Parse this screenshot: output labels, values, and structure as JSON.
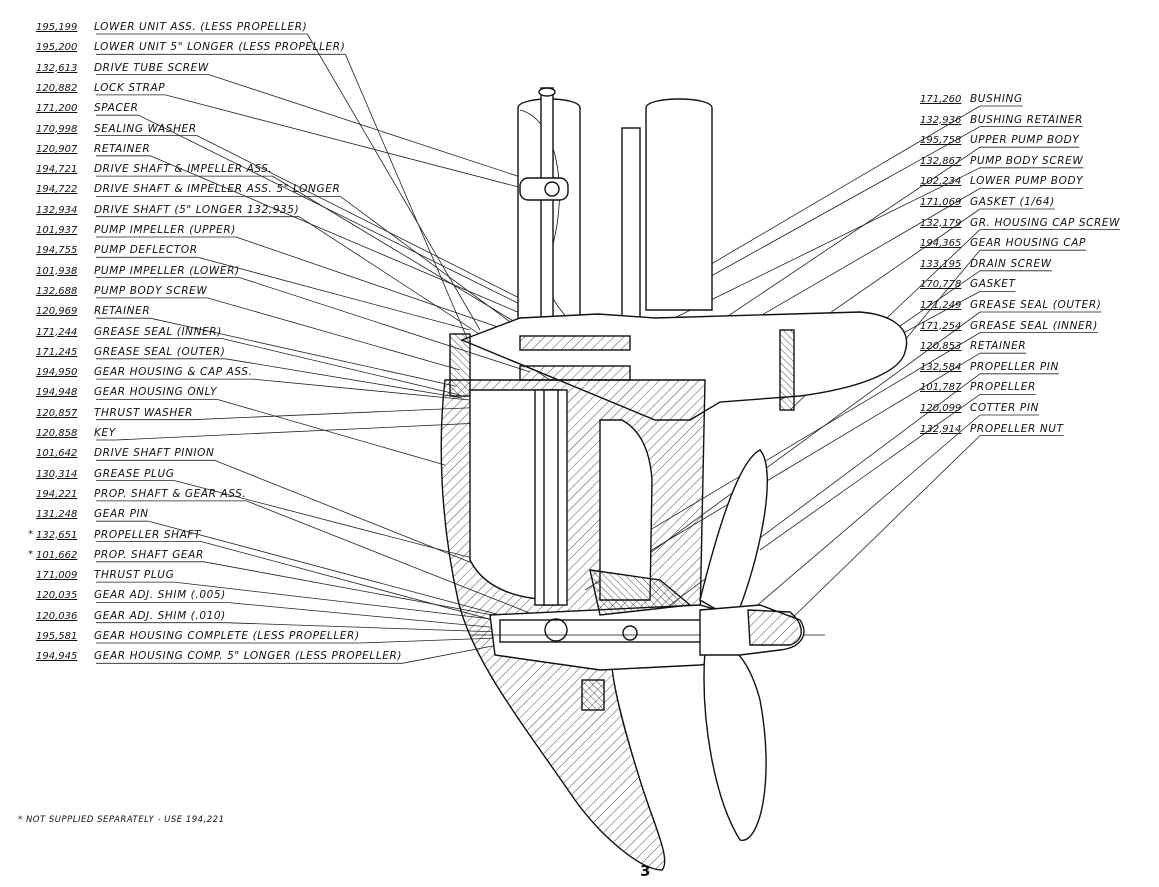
{
  "left_parts": [
    {
      "number": "195,199",
      "name": "Lower Unit Ass. (Less propeller)"
    },
    {
      "number": "195,200",
      "name": "Lower Unit 5\" Longer (Less propeller)"
    },
    {
      "number": "132,613",
      "name": "Drive Tube Screw"
    },
    {
      "number": "120,882",
      "name": "Lock Strap"
    },
    {
      "number": "171,200",
      "name": "Spacer"
    },
    {
      "number": "170,998",
      "name": "Sealing Washer"
    },
    {
      "number": "120,907",
      "name": "Retainer"
    },
    {
      "number": "194,721",
      "name": "Drive Shaft & Impeller Ass."
    },
    {
      "number": "194,722",
      "name": "Drive Shaft & Impeller Ass. 5\" Longer"
    },
    {
      "number": "132,934",
      "name": "Drive Shaft (5\" Longer 132,935)"
    },
    {
      "number": "101,937",
      "name": "Pump Impeller (Upper)"
    },
    {
      "number": "194,755",
      "name": "Pump Deflector"
    },
    {
      "number": "101,938",
      "name": "Pump Impeller (Lower)"
    },
    {
      "number": "132,688",
      "name": "Pump Body Screw"
    },
    {
      "number": "120,969",
      "name": "Retainer"
    },
    {
      "number": "171,244",
      "name": "Grease Seal (Inner)"
    },
    {
      "number": "171,245",
      "name": "Grease Seal (Outer)"
    },
    {
      "number": "194,950",
      "name": "Gear Housing & Cap Ass."
    },
    {
      "number": "194,948",
      "name": "Gear Housing Only"
    },
    {
      "number": "120,857",
      "name": "Thrust Washer"
    },
    {
      "number": "120,858",
      "name": "Key"
    },
    {
      "number": "101,642",
      "name": "Drive Shaft Pinion"
    },
    {
      "number": "130,314",
      "name": "Grease Plug"
    },
    {
      "number": "194,221",
      "name": "Prop. Shaft & Gear Ass."
    },
    {
      "number": "131,248",
      "name": "Gear Pin"
    },
    {
      "number": "132,651",
      "name": "Propeller Shaft",
      "star": "*"
    },
    {
      "number": "101,662",
      "name": "Prop. Shaft Gear",
      "star": "*"
    },
    {
      "number": "171,009",
      "name": "Thrust Plug"
    },
    {
      "number": "120,035",
      "name": "Gear Adj. Shim (.005)"
    },
    {
      "number": "120,036",
      "name": "Gear Adj. Shim (.010)"
    },
    {
      "number": "195,581",
      "name": "Gear Housing Complete (Less propeller)"
    },
    {
      "number": "194,945",
      "name": "Gear Housing Comp. 5\" Longer (Less propeller)"
    }
  ],
  "right_parts": [
    {
      "number": "171,260",
      "name": "Bushing"
    },
    {
      "number": "132,936",
      "name": "Bushing Retainer"
    },
    {
      "number": "195,758",
      "name": "Upper Pump Body"
    },
    {
      "number": "132,867",
      "name": "Pump Body Screw"
    },
    {
      "number": "102,234",
      "name": "Lower Pump Body"
    },
    {
      "number": "171,069",
      "name": "Gasket (1/64)"
    },
    {
      "number": "132,179",
      "name": "Gr. Housing Cap Screw"
    },
    {
      "number": "194,365",
      "name": "Gear Housing Cap"
    },
    {
      "number": "133,195",
      "name": "Drain Screw"
    },
    {
      "number": "170,778",
      "name": "Gasket"
    },
    {
      "number": "171,249",
      "name": "Grease Seal (Outer)"
    },
    {
      "number": "171,254",
      "name": "Grease Seal (Inner)"
    },
    {
      "number": "120,853",
      "name": "Retainer"
    },
    {
      "number": "132,584",
      "name": "Propeller Pin"
    },
    {
      "number": "101,787",
      "name": "Propeller"
    },
    {
      "number": "120,099",
      "name": "Cotter Pin"
    },
    {
      "number": "132,914",
      "name": "Propeller Nut"
    }
  ],
  "footnote": "* Not Supplied Separately - Use 194,221",
  "page_number": "3"
}
